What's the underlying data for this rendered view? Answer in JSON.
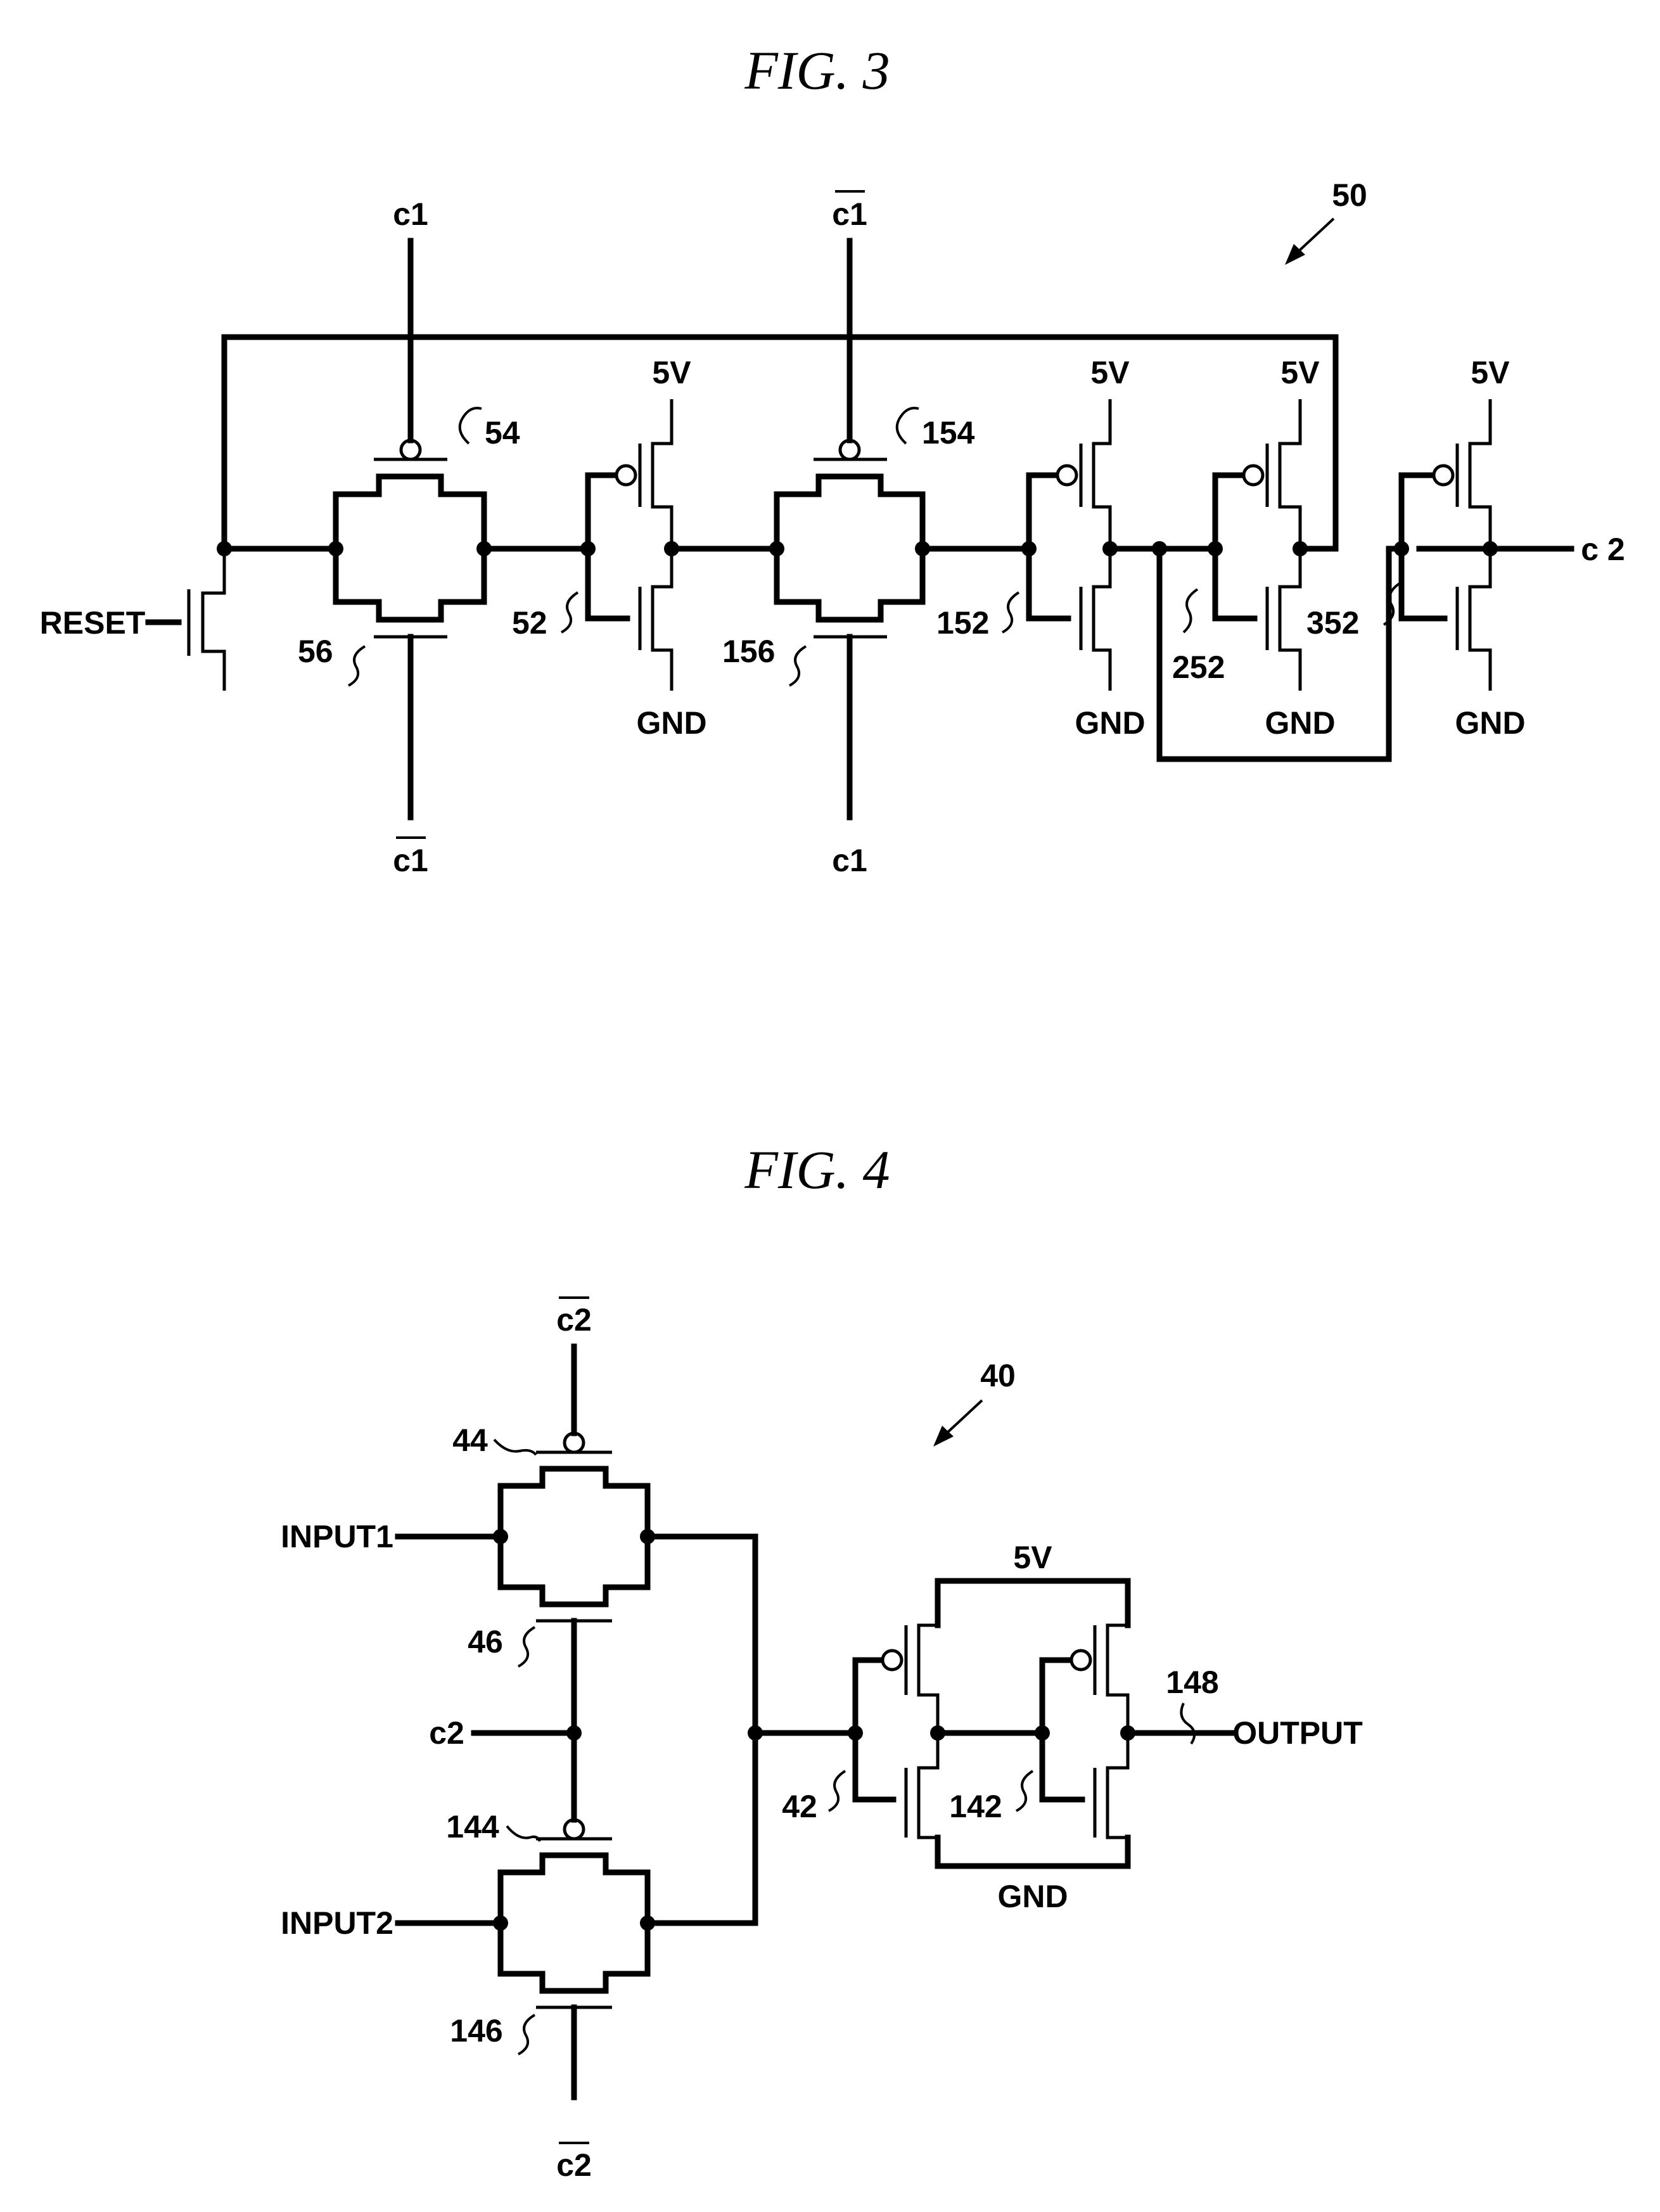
{
  "figures": [
    {
      "title": "FIG. 3",
      "reference": "50",
      "labels": {
        "c1_top_a": "c1",
        "c1bar_top_b": "c1",
        "c1bar_bottom_a": "c1",
        "c1_bottom_b": "c1",
        "reset": "RESET",
        "output": "c 2",
        "supply": "5V",
        "ground": "GND",
        "ref_54": "54",
        "ref_56": "56",
        "ref_52": "52",
        "ref_154": "154",
        "ref_156": "156",
        "ref_152": "152",
        "ref_252": "252",
        "ref_352": "352"
      }
    },
    {
      "title": "FIG. 4",
      "reference": "40",
      "labels": {
        "c2bar_top": "c2",
        "c2bar_bottom": "c2",
        "c2_mid": "c2",
        "input1": "INPUT1",
        "input2": "INPUT2",
        "output": "OUTPUT",
        "supply": "5V",
        "ground": "GND",
        "ref_44": "44",
        "ref_46": "46",
        "ref_144": "144",
        "ref_146": "146",
        "ref_42": "42",
        "ref_142": "142",
        "ref_148": "148"
      }
    }
  ]
}
